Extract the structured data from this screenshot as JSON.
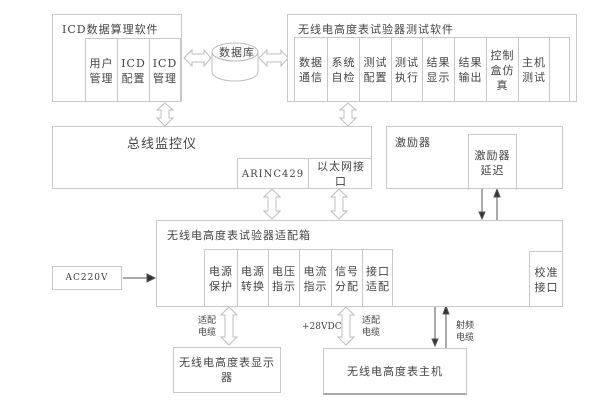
{
  "icd_software": {
    "title": "ICD数据算理软件",
    "modules": [
      "用户\n管理",
      "ICD\n配置",
      "ICD\n管理"
    ]
  },
  "database": {
    "label": "数据库"
  },
  "test_software": {
    "title": "无线电高度表试验器测试软件",
    "modules": [
      "数据\n通信",
      "系统\n自检",
      "测试\n配置",
      "测试\n执行",
      "结果\n显示",
      "结果\n输出",
      "控制\n盒仿\n真",
      "主机\n测试"
    ]
  },
  "bus_monitor": {
    "title": "总线监控仪",
    "ports": [
      "ARINC429",
      "以太网接\n口"
    ]
  },
  "exciter": {
    "title": "激励器",
    "sub": "激励器\n延迟"
  },
  "adapter_box": {
    "title": "无线电高度表试验器适配箱",
    "modules": [
      "电源\n保护",
      "电源\n转换",
      "电压\n指示",
      "电流\n指示",
      "信号\n分配",
      "接口\n适配"
    ],
    "calib": "校准\n接口"
  },
  "power_input": {
    "label": "AC220V"
  },
  "display_unit": {
    "label": "无线电高度表显示器"
  },
  "host_unit": {
    "label": "无线电高度表主机"
  },
  "connections": {
    "adapt_cable_left": "适配\n电缆",
    "adapt_cable_right": "适配\n电缆",
    "dc_power": "+28VDC",
    "rf_cable": "射频\n电缆"
  }
}
